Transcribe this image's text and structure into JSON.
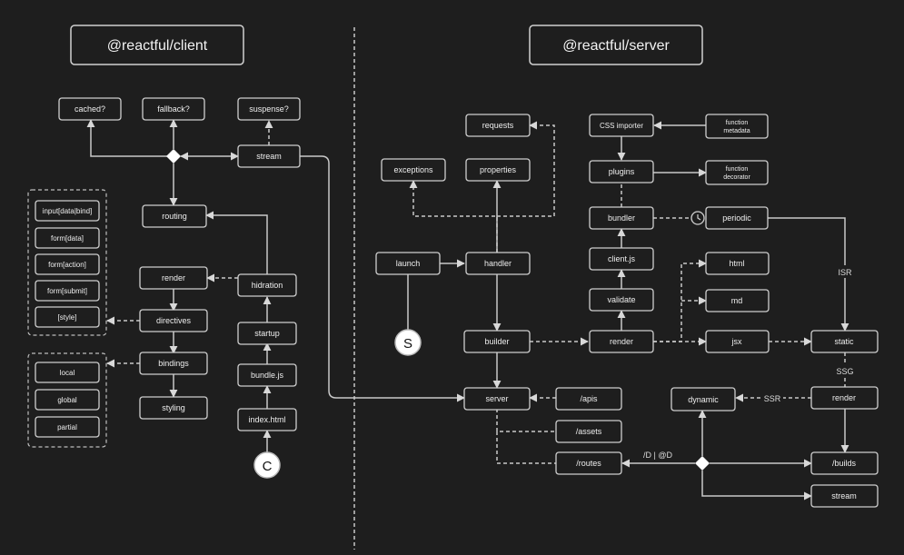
{
  "colors": {
    "background": "#1e1e1e",
    "stroke": "#cfcfcf",
    "text": "#eeeeee"
  },
  "headers": {
    "client": "@reactful/client",
    "server": "@reactful/server"
  },
  "client": {
    "cached": "cached?",
    "fallback": "fallback?",
    "suspense": "suspense?",
    "stream": "stream",
    "routing": "routing",
    "render": "render",
    "hidration": "hidration",
    "directives": "directives",
    "startup": "startup",
    "bindings": "bindings",
    "bundlejs": "bundle.js",
    "styling": "styling",
    "indexhtml": "index.html",
    "directive_items": [
      "input[data|bind]",
      "form[data]",
      "form[action]",
      "form[submit]",
      "[style]"
    ],
    "binding_items": [
      "local",
      "global",
      "partial"
    ],
    "start_marker": "C"
  },
  "server": {
    "requests": "requests",
    "exceptions": "exceptions",
    "properties": "properties",
    "css_importer": "CSS importer",
    "function_metadata": [
      "function",
      "metadata"
    ],
    "plugins": "plugins",
    "function_decorator": [
      "function",
      "decorator"
    ],
    "bundler": "bundler",
    "periodic": "periodic",
    "launch": "launch",
    "handler": "handler",
    "clientjs": "client.js",
    "html": "html",
    "validate": "validate",
    "md": "md",
    "builder": "builder",
    "render": "render",
    "jsx": "jsx",
    "static": "static",
    "server": "server",
    "apis": "/apis",
    "dynamic": "dynamic",
    "render2": "render",
    "assets": "/assets",
    "routes": "/routes",
    "builds": "/builds",
    "stream": "stream",
    "start_marker": "S",
    "edge_labels": {
      "isr": "ISR",
      "ssg": "SSG",
      "ssr": "SSR",
      "route_params": "/D  |  @D"
    }
  }
}
